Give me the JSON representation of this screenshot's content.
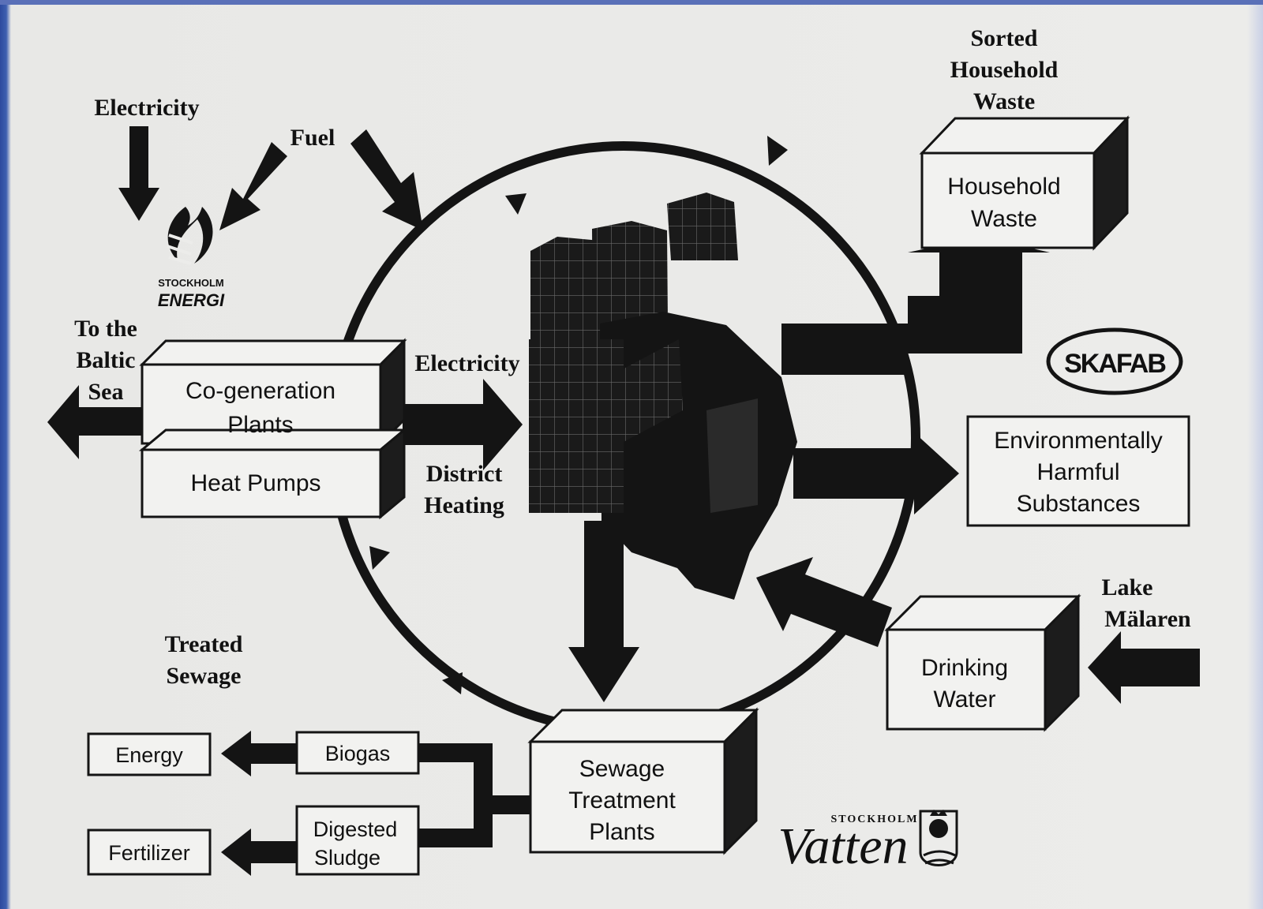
{
  "labels": {
    "electricity_in": "Electricity",
    "fuel": "Fuel",
    "to_baltic": [
      "To the",
      "Baltic",
      "Sea"
    ],
    "electricity_out": "Electricity",
    "district_heating": [
      "District",
      "Heating"
    ],
    "sorted_waste": [
      "Sorted",
      "Household",
      "Waste"
    ],
    "lake": [
      "Lake",
      "Mälaren"
    ],
    "treated_sewage": [
      "Treated",
      "Sewage"
    ]
  },
  "boxes": {
    "cogeneration": [
      "Co-generation",
      "Plants"
    ],
    "heat_pumps": "Heat Pumps",
    "household_waste": [
      "Household",
      "Waste"
    ],
    "harmful": [
      "Environmentally",
      "Harmful",
      "Substances"
    ],
    "drinking_water": [
      "Drinking",
      "Water"
    ],
    "sewage": [
      "Sewage",
      "Treatment",
      "Plants"
    ],
    "energy": "Energy",
    "biogas": "Biogas",
    "fertilizer": "Fertilizer",
    "sludge": [
      "Digested",
      "Sludge"
    ]
  },
  "logos": {
    "stockholm_energi": [
      "STOCKHOLM",
      "ENERGI"
    ],
    "skafab": "SKAFAB",
    "vatten": [
      "STOCKHOLM",
      "Vatten"
    ]
  },
  "colors": {
    "ink": "#141414",
    "paper": "#ececea",
    "frame": "#2d4a9e"
  }
}
